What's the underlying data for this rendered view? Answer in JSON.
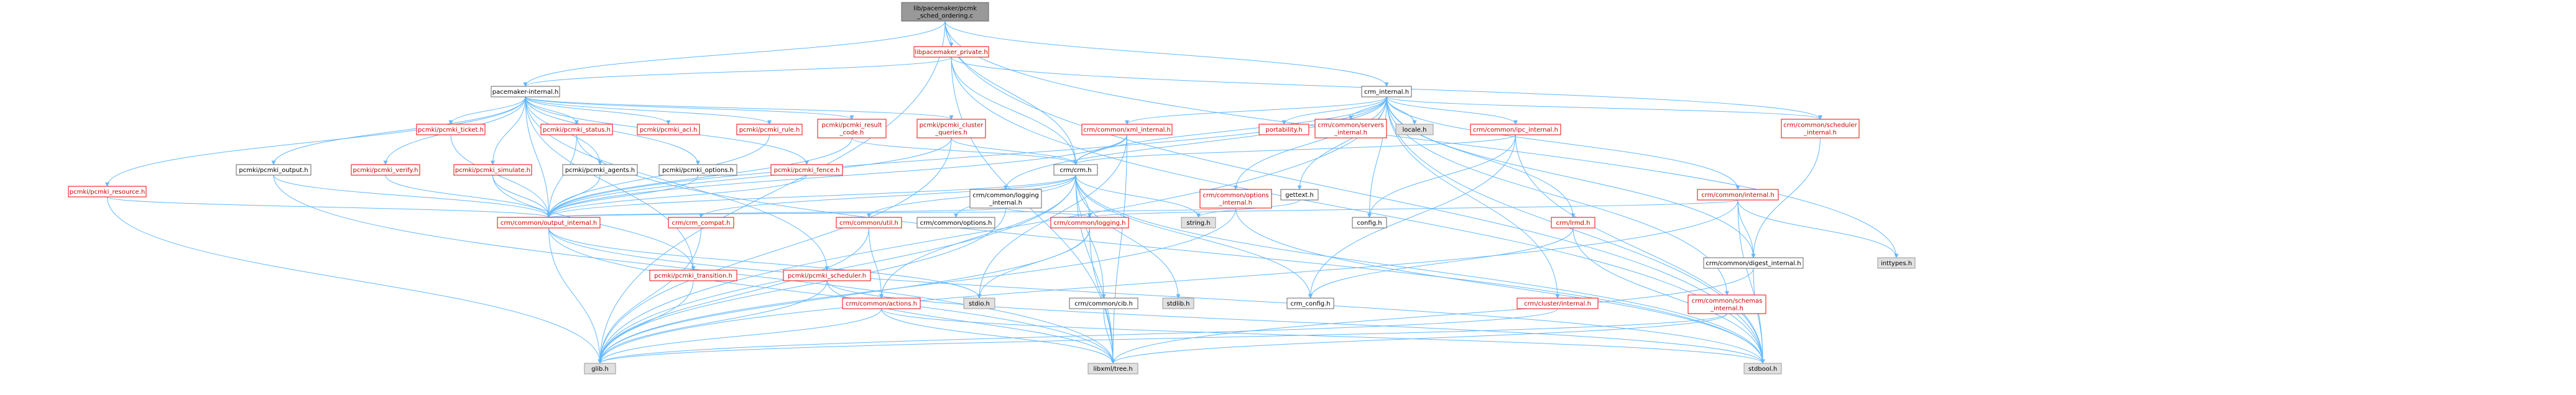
{
  "colors": {
    "red_text": "#cc0000",
    "black_text": "#000000",
    "fill_white": "#ffffff",
    "fill_grey": "#e0e0e0",
    "fill_root": "#999999",
    "border_red": "#ff0000",
    "border_grey": "#999999",
    "border_dark": "#666666",
    "edge_blue": "#63b8ff",
    "edge_grey": "#808080",
    "edge_red": "#cc3333"
  },
  "nodes": [
    {
      "id": "root",
      "lines": [
        "lib/pacemaker/pcmk",
        "_sched_ordering.c"
      ],
      "style": "root"
    },
    {
      "id": "libpacemaker_private",
      "lines": [
        "libpacemaker_private.h"
      ],
      "style": "red"
    },
    {
      "id": "pacemaker_internal",
      "lines": [
        "pacemaker-internal.h"
      ],
      "style": "black"
    },
    {
      "id": "crm_internal",
      "lines": [
        "crm_internal.h"
      ],
      "style": "black"
    },
    {
      "id": "pcmki_resource",
      "lines": [
        "pcmki/pcmki_resource.h"
      ],
      "style": "red"
    },
    {
      "id": "pcmki_output",
      "lines": [
        "pcmki/pcmki_output.h"
      ],
      "style": "black"
    },
    {
      "id": "pcmki_verify",
      "lines": [
        "pcmki/pcmki_verify.h"
      ],
      "style": "red"
    },
    {
      "id": "pcmki_ticket",
      "lines": [
        "pcmki/pcmki_ticket.h"
      ],
      "style": "red"
    },
    {
      "id": "pcmki_simulate",
      "lines": [
        "pcmki/pcmki_simulate.h"
      ],
      "style": "red"
    },
    {
      "id": "pcmki_status",
      "lines": [
        "pcmki/pcmki_status.h"
      ],
      "style": "red"
    },
    {
      "id": "pcmki_agents",
      "lines": [
        "pcmki/pcmki_agents.h"
      ],
      "style": "black"
    },
    {
      "id": "pcmki_acl",
      "lines": [
        "pcmki/pcmki_acl.h"
      ],
      "style": "red"
    },
    {
      "id": "pcmki_options",
      "lines": [
        "pcmki/pcmki_options.h"
      ],
      "style": "black"
    },
    {
      "id": "pcmki_rule",
      "lines": [
        "pcmki/pcmki_rule.h"
      ],
      "style": "red"
    },
    {
      "id": "pcmki_fence",
      "lines": [
        "pcmki/pcmki_fence.h"
      ],
      "style": "red"
    },
    {
      "id": "pcmki_result_code",
      "lines": [
        "pcmki/pcmki_result",
        "_code.h"
      ],
      "style": "red"
    },
    {
      "id": "pcmki_cluster_queries",
      "lines": [
        "pcmki/pcmki_cluster",
        "_queries.h"
      ],
      "style": "red"
    },
    {
      "id": "crm_common_xml_internal",
      "lines": [
        "crm/common/xml_internal.h"
      ],
      "style": "red"
    },
    {
      "id": "crm_common_servers_internal",
      "lines": [
        "crm/common/servers",
        "_internal.h"
      ],
      "style": "red"
    },
    {
      "id": "portability",
      "lines": [
        "portability.h"
      ],
      "style": "red"
    },
    {
      "id": "locale",
      "lines": [
        "locale.h"
      ],
      "style": "grey"
    },
    {
      "id": "crm_common_ipc_internal",
      "lines": [
        "crm/common/ipc_internal.h"
      ],
      "style": "red"
    },
    {
      "id": "crm_common_scheduler_internal",
      "lines": [
        "crm/common/scheduler",
        "_internal.h"
      ],
      "style": "red"
    },
    {
      "id": "crm_crm",
      "lines": [
        "crm/crm.h"
      ],
      "style": "black"
    },
    {
      "id": "crm_common_logging_internal",
      "lines": [
        "crm/common/logging",
        "_internal.h"
      ],
      "style": "black"
    },
    {
      "id": "crm_common_options_internal",
      "lines": [
        "crm/common/options",
        "_internal.h"
      ],
      "style": "red"
    },
    {
      "id": "gettext",
      "lines": [
        "gettext.h"
      ],
      "style": "black"
    },
    {
      "id": "crm_common_internal",
      "lines": [
        "crm/common/internal.h"
      ],
      "style": "red"
    },
    {
      "id": "crm_common_output_internal",
      "lines": [
        "crm/common/output_internal.h"
      ],
      "style": "red"
    },
    {
      "id": "crm_crm_compat",
      "lines": [
        "crm/crm_compat.h"
      ],
      "style": "red"
    },
    {
      "id": "crm_common_util",
      "lines": [
        "crm/common/util.h"
      ],
      "style": "red"
    },
    {
      "id": "crm_common_options",
      "lines": [
        "crm/common/options.h"
      ],
      "style": "black"
    },
    {
      "id": "crm_common_logging",
      "lines": [
        "crm/common/logging.h"
      ],
      "style": "red"
    },
    {
      "id": "string",
      "lines": [
        "string.h"
      ],
      "style": "grey"
    },
    {
      "id": "config",
      "lines": [
        "config.h"
      ],
      "style": "black"
    },
    {
      "id": "crm_lrmd",
      "lines": [
        "crm/lrmd.h"
      ],
      "style": "red"
    },
    {
      "id": "crm_common_digest_internal",
      "lines": [
        "crm/common/digest_internal.h"
      ],
      "style": "black"
    },
    {
      "id": "inttypes",
      "lines": [
        "inttypes.h"
      ],
      "style": "grey"
    },
    {
      "id": "pcmki_transition",
      "lines": [
        "pcmki/pcmki_transition.h"
      ],
      "style": "red"
    },
    {
      "id": "pcmki_scheduler",
      "lines": [
        "pcmki/pcmki_scheduler.h"
      ],
      "style": "red"
    },
    {
      "id": "crm_common_actions",
      "lines": [
        "crm/common/actions.h"
      ],
      "style": "red"
    },
    {
      "id": "stdio",
      "lines": [
        "stdio.h"
      ],
      "style": "grey"
    },
    {
      "id": "crm_common_cib",
      "lines": [
        "crm/common/cib.h"
      ],
      "style": "black"
    },
    {
      "id": "stdlib",
      "lines": [
        "stdlib.h"
      ],
      "style": "grey"
    },
    {
      "id": "crm_config",
      "lines": [
        "crm_config.h"
      ],
      "style": "black"
    },
    {
      "id": "crm_cluster_internal",
      "lines": [
        "crm/cluster/internal.h"
      ],
      "style": "red"
    },
    {
      "id": "crm_common_schemas_internal",
      "lines": [
        "crm/common/schemas",
        "_internal.h"
      ],
      "style": "red"
    },
    {
      "id": "glib",
      "lines": [
        "glib.h"
      ],
      "style": "grey"
    },
    {
      "id": "libxml_tree",
      "lines": [
        "libxml/tree.h"
      ],
      "style": "grey"
    },
    {
      "id": "stdbool",
      "lines": [
        "stdbool.h"
      ],
      "style": "grey"
    }
  ],
  "edges": [
    [
      "root",
      "libpacemaker_private"
    ],
    [
      "root",
      "pacemaker_internal"
    ],
    [
      "root",
      "crm_internal"
    ],
    [
      "root",
      "crm_crm"
    ],
    [
      "root",
      "glib"
    ],
    [
      "root",
      "stdbool"
    ],
    [
      "root",
      "inttypes"
    ],
    [
      "libpacemaker_private",
      "crm_crm"
    ],
    [
      "libpacemaker_private",
      "crm_common_scheduler_internal"
    ],
    [
      "libpacemaker_private",
      "pacemaker_internal"
    ],
    [
      "libpacemaker_private",
      "libxml_tree"
    ],
    [
      "libpacemaker_private",
      "stdbool"
    ],
    [
      "pacemaker_internal",
      "pcmki_resource"
    ],
    [
      "pacemaker_internal",
      "pcmki_output"
    ],
    [
      "pacemaker_internal",
      "pcmki_verify"
    ],
    [
      "pacemaker_internal",
      "pcmki_ticket"
    ],
    [
      "pacemaker_internal",
      "pcmki_simulate"
    ],
    [
      "pacemaker_internal",
      "pcmki_status"
    ],
    [
      "pacemaker_internal",
      "pcmki_agents"
    ],
    [
      "pacemaker_internal",
      "pcmki_acl"
    ],
    [
      "pacemaker_internal",
      "pcmki_options"
    ],
    [
      "pacemaker_internal",
      "pcmki_rule"
    ],
    [
      "pacemaker_internal",
      "pcmki_fence"
    ],
    [
      "pacemaker_internal",
      "pcmki_result_code"
    ],
    [
      "pacemaker_internal",
      "pcmki_cluster_queries"
    ],
    [
      "pacemaker_internal",
      "pcmki_transition"
    ],
    [
      "pacemaker_internal",
      "pcmki_scheduler"
    ],
    [
      "pacemaker_internal",
      "crm_common_output_internal"
    ],
    [
      "crm_internal",
      "crm_common_xml_internal"
    ],
    [
      "crm_internal",
      "crm_common_servers_internal"
    ],
    [
      "crm_internal",
      "portability"
    ],
    [
      "crm_internal",
      "locale"
    ],
    [
      "crm_internal",
      "crm_common_ipc_internal"
    ],
    [
      "crm_internal",
      "crm_common_scheduler_internal"
    ],
    [
      "crm_internal",
      "crm_crm"
    ],
    [
      "crm_internal",
      "crm_common_logging_internal"
    ],
    [
      "crm_internal",
      "crm_common_options_internal"
    ],
    [
      "crm_internal",
      "gettext"
    ],
    [
      "crm_internal",
      "crm_common_internal"
    ],
    [
      "crm_internal",
      "crm_common_output_internal"
    ],
    [
      "crm_internal",
      "crm_lrmd"
    ],
    [
      "crm_internal",
      "config"
    ],
    [
      "crm_internal",
      "glib"
    ],
    [
      "crm_internal",
      "stdbool"
    ],
    [
      "crm_internal",
      "crm_cluster_internal"
    ],
    [
      "crm_internal",
      "crm_common_schemas_internal"
    ],
    [
      "crm_internal",
      "crm_common_digest_internal"
    ],
    [
      "pcmki_resource",
      "glib"
    ],
    [
      "pcmki_resource",
      "crm_common_output_internal"
    ],
    [
      "pcmki_output",
      "crm_common_output_internal"
    ],
    [
      "pcmki_output",
      "libxml_tree"
    ],
    [
      "pcmki_verify",
      "crm_common_output_internal"
    ],
    [
      "pcmki_ticket",
      "crm_common_output_internal"
    ],
    [
      "pcmki_simulate",
      "crm_common_output_internal"
    ],
    [
      "pcmki_simulate",
      "pcmki_transition"
    ],
    [
      "pcmki_status",
      "crm_common_output_internal"
    ],
    [
      "pcmki_status",
      "stdbool"
    ],
    [
      "pcmki_agents",
      "crm_common_output_internal"
    ],
    [
      "pcmki_options",
      "crm_common_output_internal"
    ],
    [
      "pcmki_rule",
      "crm_common_output_internal"
    ],
    [
      "pcmki_fence",
      "crm_common_output_internal"
    ],
    [
      "pcmki_result_code",
      "crm_common_output_internal"
    ],
    [
      "pcmki_result_code",
      "crm_crm"
    ],
    [
      "pcmki_cluster_queries",
      "crm_crm"
    ],
    [
      "pcmki_cluster_queries",
      "crm_common_output_internal"
    ],
    [
      "pcmki_cluster_queries",
      "glib"
    ],
    [
      "crm_common_xml_internal",
      "crm_crm"
    ],
    [
      "crm_common_xml_internal",
      "crm_common_output_internal"
    ],
    [
      "crm_common_xml_internal",
      "stdio"
    ],
    [
      "crm_common_xml_internal",
      "libxml_tree"
    ],
    [
      "crm_common_ipc_internal",
      "crm_crm"
    ],
    [
      "crm_common_ipc_internal",
      "stdbool"
    ],
    [
      "crm_common_ipc_internal",
      "config"
    ],
    [
      "crm_common_ipc_internal",
      "crm_config"
    ],
    [
      "crm_common_scheduler_internal",
      "crm_common_digest_internal"
    ],
    [
      "crm_crm",
      "crm_config"
    ],
    [
      "crm_crm",
      "stdlib"
    ],
    [
      "crm_crm",
      "glib"
    ],
    [
      "crm_crm",
      "stdbool"
    ],
    [
      "crm_crm",
      "libxml_tree"
    ],
    [
      "crm_crm",
      "string"
    ],
    [
      "crm_crm",
      "crm_common_options"
    ],
    [
      "crm_crm",
      "crm_common_logging"
    ],
    [
      "crm_crm",
      "crm_common_output_internal"
    ],
    [
      "crm_crm",
      "crm_crm_compat"
    ],
    [
      "crm_crm",
      "crm_common_util"
    ],
    [
      "crm_crm",
      "crm_common_actions"
    ],
    [
      "crm_crm",
      "crm_common_cib"
    ],
    [
      "crm_common_logging_internal",
      "crm_common_logging"
    ],
    [
      "crm_common_logging_internal",
      "crm_common_output_internal"
    ],
    [
      "crm_common_logging_internal",
      "glib"
    ],
    [
      "crm_common_options_internal",
      "crm_common_output_internal"
    ],
    [
      "crm_common_options_internal",
      "stdbool"
    ],
    [
      "crm_common_options_internal",
      "glib"
    ],
    [
      "gettext",
      "string"
    ],
    [
      "crm_common_internal",
      "crm_common_digest_internal"
    ],
    [
      "crm_common_internal",
      "crm_common_logging"
    ],
    [
      "crm_common_internal",
      "inttypes"
    ],
    [
      "crm_common_internal",
      "stdbool"
    ],
    [
      "crm_common_internal",
      "glib"
    ],
    [
      "crm_common_output_internal",
      "glib"
    ],
    [
      "crm_common_output_internal",
      "libxml_tree"
    ],
    [
      "crm_common_output_internal",
      "stdio"
    ],
    [
      "crm_common_output_internal",
      "stdbool"
    ],
    [
      "crm_crm_compat",
      "glib"
    ],
    [
      "crm_common_util",
      "glib"
    ],
    [
      "crm_common_util",
      "crm_common_actions"
    ],
    [
      "crm_common_logging",
      "stdio"
    ],
    [
      "crm_common_logging",
      "glib"
    ],
    [
      "crm_common_logging",
      "libxml_tree"
    ],
    [
      "crm_lrmd",
      "stdbool"
    ],
    [
      "crm_lrmd",
      "crm_config"
    ],
    [
      "crm_common_digest_internal",
      "stdbool"
    ],
    [
      "crm_common_digest_internal",
      "libxml_tree"
    ],
    [
      "pcmki_transition",
      "glib"
    ],
    [
      "pcmki_scheduler",
      "glib"
    ],
    [
      "pcmki_scheduler",
      "libxml_tree"
    ],
    [
      "pcmki_scheduler",
      "stdbool"
    ],
    [
      "crm_common_actions",
      "glib"
    ],
    [
      "crm_common_actions",
      "stdbool"
    ],
    [
      "crm_common_actions",
      "libxml_tree"
    ],
    [
      "crm_cluster_internal",
      "glib"
    ],
    [
      "crm_common_schemas_internal",
      "glib"
    ],
    [
      "crm_common_schemas_internal",
      "libxml_tree"
    ],
    [
      "crm_common_cib",
      "libxml_tree"
    ]
  ]
}
